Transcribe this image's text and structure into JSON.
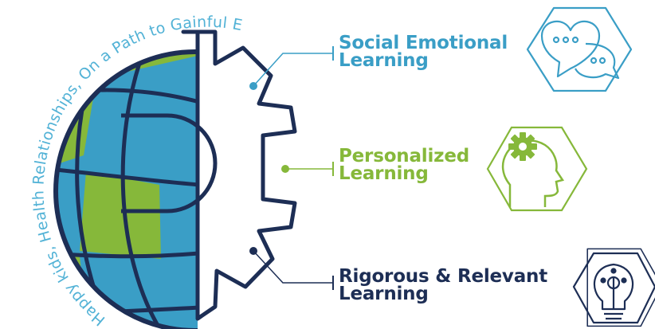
{
  "arc_text": "Happy kids, Health Relationships, On a Path to Gainful Employment",
  "pillars": [
    {
      "id": "sel",
      "line1": "Social Emotional",
      "line2": "Learning",
      "color": "#3a9ec6",
      "icon": "chat-bubbles-heart-icon"
    },
    {
      "id": "pl",
      "line1": "Personalized",
      "line2": "Learning",
      "color": "#86b83a",
      "icon": "head-gear-icon"
    },
    {
      "id": "rr",
      "line1": "Rigorous & Relevant",
      "line2": "Learning",
      "color": "#1d2e55",
      "icon": "lightbulb-idea-icon"
    }
  ],
  "colors": {
    "blue": "#3a9ec6",
    "green": "#86b83a",
    "navy": "#1d2e55",
    "light_blue": "#52b2d6"
  }
}
